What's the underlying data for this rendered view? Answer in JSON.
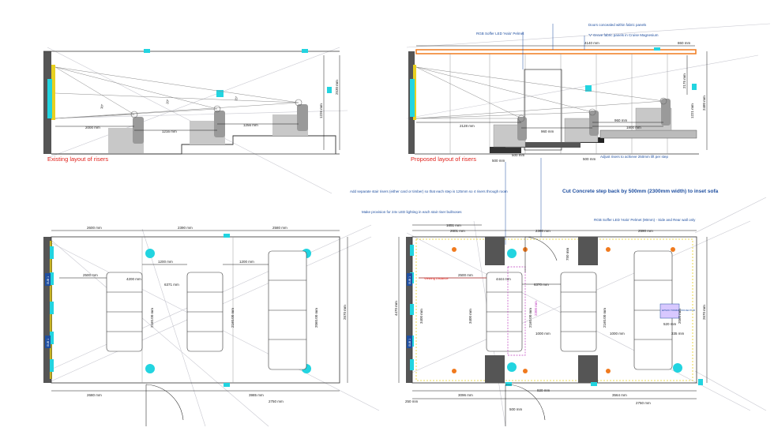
{
  "colors": {
    "wall": "#555555",
    "seat": "#c8c8c8",
    "seat_dark": "#9a9a9a",
    "cyan": "#22d4e0",
    "accent_red": "#e0201a",
    "accent_blue": "#1f4fa0",
    "orange": "#f07a1e",
    "magenta": "#c040c0",
    "dim": "#1a1a1a",
    "ray": "#8a8a8a"
  },
  "top_left": {
    "caption": "Existing layout of risers",
    "dims": [
      "2000 mm",
      "1216 mm",
      "1256 mm",
      "1226 mm",
      "2530 mm"
    ],
    "angles": [
      "30°",
      "20°",
      "15°"
    ]
  },
  "top_right": {
    "caption": "Proposed layout of risers",
    "notes": [
      "Doors concealed within fabric panels",
      "RGB Soffer LED 'Halo' Pelmet",
      "'V' Grove fabric panels in Cruise Magnesium"
    ],
    "dims": [
      "4140 mm",
      "860 mm",
      "2128 mm",
      "960 mm",
      "960 mm",
      "1800 mm",
      "2175 mm",
      "2480 mm",
      "1221 mm",
      "500 mm",
      "500 mm",
      "500 mm"
    ],
    "adjust_note": "Adjust risers to achieve 250mm lift per step"
  },
  "middle_notes": {
    "stair_note": "Add separate stair risers (either card or timber) so that each step is 125mm so 4 risers through room",
    "led_note": "Make provision for 24v LED lighting in each stair riser bullnoses",
    "concrete_note": "Cut Concrete step back by 500mm (2300mm width) to inset sofa",
    "pelmet_note": "RGB Soffer LED 'Halo' Pelmet (90mm) - Side and Rear wall only"
  },
  "bottom_left": {
    "dims_top": [
      "2600 mm",
      "2390 mm",
      "2580 mm"
    ],
    "dims_inner": [
      "2500 mm",
      "1200 mm",
      "1200 mm",
      "4200 mm",
      "6371 mm"
    ],
    "dims_bottom": [
      "2680 mm",
      "3985 mm",
      "2750 mm"
    ],
    "dims_side": [
      "2160.00 mm",
      "2160.00 mm",
      "2060.00 mm",
      "2670 mm"
    ],
    "sub_labels": [
      "SUB 1",
      "SUB 1"
    ]
  },
  "bottom_right": {
    "dims_top": [
      "1651 mm",
      "2601 mm",
      "2390 mm",
      "2590 mm"
    ],
    "dims_inner": [
      "2500 mm",
      "4444 mm",
      "6370 mm",
      "750 mm",
      "1000 mm",
      "1000 mm",
      "520 mm",
      "335 mm"
    ],
    "dims_bottom": [
      "3096 mm",
      "920 mm",
      "3564 mm",
      "2750 mm",
      "250 mm",
      "500 mm"
    ],
    "dims_side": [
      "4470 mm",
      "3400 mm",
      "3400 mm",
      "2160.00 mm",
      "2160.00 mm",
      "2300 mm",
      "2060 mm",
      "2670 mm"
    ],
    "viewing_label": "Viewing Distance",
    "projector_label": "EPSON TW6600 PROJECTOR",
    "sub_labels": [
      "SUB 1",
      "SUB 1"
    ]
  }
}
